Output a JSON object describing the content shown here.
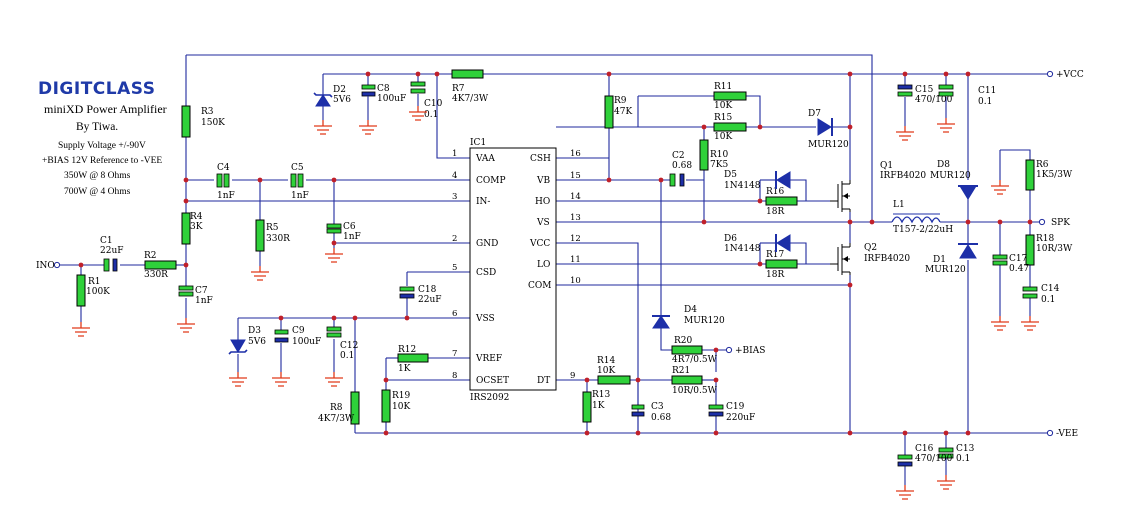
{
  "title_block": {
    "brand": "DIGITCLASS",
    "product": "miniXD Power Amplifier",
    "author": "By Tiwa.",
    "supply": "Supply Voltage +/-90V",
    "bias": "+BIAS  12V Reference to -VEE",
    "power_8": "350W @ 8 Ohms",
    "power_4": "700W @ 4 Ohms"
  },
  "ic": {
    "ref": "IC1",
    "part": "IRS2092",
    "left_pins": [
      {
        "num": "1",
        "name": "VAA"
      },
      {
        "num": "4",
        "name": "COMP"
      },
      {
        "num": "3",
        "name": "IN-"
      },
      {
        "num": "2",
        "name": "GND"
      },
      {
        "num": "5",
        "name": "CSD"
      },
      {
        "num": "6",
        "name": "VSS"
      },
      {
        "num": "7",
        "name": "VREF"
      },
      {
        "num": "8",
        "name": "OCSET"
      }
    ],
    "right_pins": [
      {
        "num": "16",
        "name": "CSH"
      },
      {
        "num": "15",
        "name": "VB"
      },
      {
        "num": "14",
        "name": "HO"
      },
      {
        "num": "13",
        "name": "VS"
      },
      {
        "num": "12",
        "name": "VCC"
      },
      {
        "num": "11",
        "name": "LO"
      },
      {
        "num": "10",
        "name": "COM"
      },
      {
        "num": "9",
        "name": "DT"
      }
    ]
  },
  "resistors": [
    {
      "ref": "R1",
      "value": "100K"
    },
    {
      "ref": "R2",
      "value": "330R"
    },
    {
      "ref": "R3",
      "value": "150K"
    },
    {
      "ref": "R4",
      "value": "3K"
    },
    {
      "ref": "R5",
      "value": "330R"
    },
    {
      "ref": "R6",
      "value": "1K5/3W"
    },
    {
      "ref": "R7",
      "value": "4K7/3W"
    },
    {
      "ref": "R8",
      "value": "4K7/3W"
    },
    {
      "ref": "R9",
      "value": "47K"
    },
    {
      "ref": "R10",
      "value": "7K5"
    },
    {
      "ref": "R11",
      "value": "10K"
    },
    {
      "ref": "R12",
      "value": "1K"
    },
    {
      "ref": "R13",
      "value": "1K"
    },
    {
      "ref": "R14",
      "value": "10K"
    },
    {
      "ref": "R15",
      "value": "10K"
    },
    {
      "ref": "R16",
      "value": "18R"
    },
    {
      "ref": "R17",
      "value": "18R"
    },
    {
      "ref": "R18",
      "value": "10R/3W"
    },
    {
      "ref": "R19",
      "value": "10K"
    },
    {
      "ref": "R20",
      "value": "4R7/0.5W"
    },
    {
      "ref": "R21",
      "value": "10R/0.5W"
    }
  ],
  "capacitors": [
    {
      "ref": "C1",
      "value": "22uF"
    },
    {
      "ref": "C2",
      "value": "0.68"
    },
    {
      "ref": "C3",
      "value": "0.68"
    },
    {
      "ref": "C4",
      "value": "1nF"
    },
    {
      "ref": "C5",
      "value": "1nF"
    },
    {
      "ref": "C6",
      "value": "1nF"
    },
    {
      "ref": "C7",
      "value": "1nF"
    },
    {
      "ref": "C8",
      "value": "100uF"
    },
    {
      "ref": "C9",
      "value": "100uF"
    },
    {
      "ref": "C10",
      "value": "0.1"
    },
    {
      "ref": "C11",
      "value": "0.1"
    },
    {
      "ref": "C12",
      "value": "0.1"
    },
    {
      "ref": "C13",
      "value": "0.1"
    },
    {
      "ref": "C14",
      "value": "0.1"
    },
    {
      "ref": "C15",
      "value": "470/100"
    },
    {
      "ref": "C16",
      "value": "470/100"
    },
    {
      "ref": "C17",
      "value": "0.47"
    },
    {
      "ref": "C18",
      "value": "22uF"
    },
    {
      "ref": "C19",
      "value": "220uF"
    }
  ],
  "diodes": [
    {
      "ref": "D1",
      "value": "MUR120"
    },
    {
      "ref": "D2",
      "value": "5V6"
    },
    {
      "ref": "D3",
      "value": "5V6"
    },
    {
      "ref": "D4",
      "value": "MUR120"
    },
    {
      "ref": "D5",
      "value": "1N4148"
    },
    {
      "ref": "D6",
      "value": "1N4148"
    },
    {
      "ref": "D7",
      "value": "MUR120"
    },
    {
      "ref": "D8",
      "value": "MUR120"
    }
  ],
  "transistors": [
    {
      "ref": "Q1",
      "value": "IRFB4020"
    },
    {
      "ref": "Q2",
      "value": "IRFB4020"
    }
  ],
  "inductor": {
    "ref": "L1",
    "value": "T157-2/22uH"
  },
  "ports": {
    "vcc": "+VCC",
    "vee": "-VEE",
    "spk": "SPK",
    "in": "INO",
    "bias": "+BIAS"
  },
  "colors": {
    "wire": "#1f2a9e",
    "resistor": "#2fd13a",
    "capacitor_plate": "#1d2fa8",
    "ground": "#e03a1a",
    "junction": "#c0202a",
    "brand": "#1f3aa8"
  }
}
